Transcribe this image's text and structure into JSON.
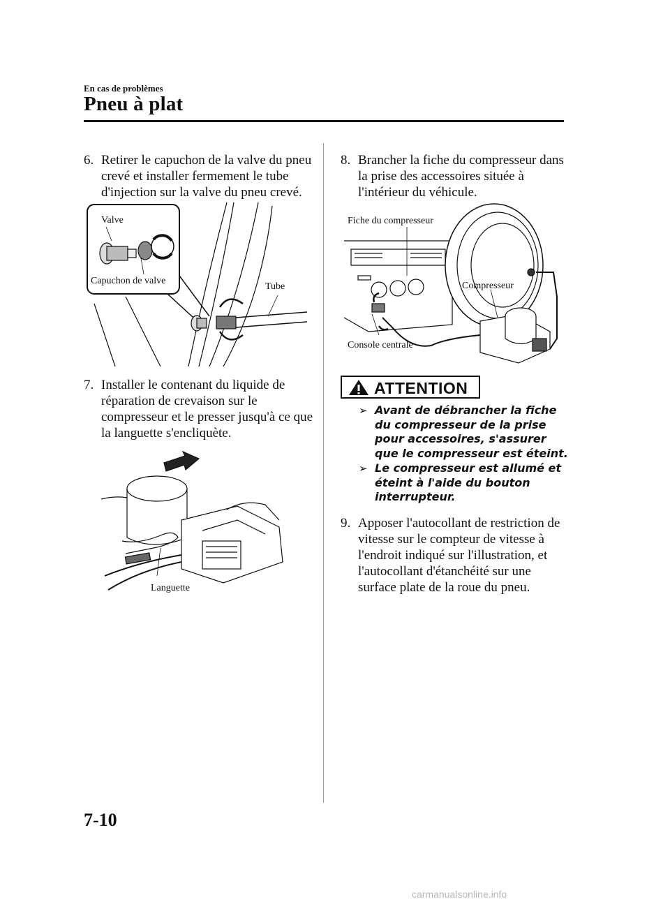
{
  "header": {
    "section": "En cas de problèmes",
    "title": "Pneu à plat"
  },
  "steps": [
    {
      "number": "6.",
      "text": "Retirer le capuchon de la valve du pneu crevé et installer fermement le tube d'injection sur la valve du pneu crevé."
    },
    {
      "number": "7.",
      "text": "Installer le contenant du liquide de réparation de crevaison sur le compresseur et le presser jusqu'à ce que la languette s'encliquète."
    },
    {
      "number": "8.",
      "text": "Brancher la fiche du compresseur dans la prise des accessoires située à l'intérieur du véhicule."
    },
    {
      "number": "9.",
      "text": "Apposer l'autocollant de restriction de vitesse sur le compteur de vitesse à l'endroit indiqué sur l'illustration, et l'autocollant d'étanchéité sur une surface plate de la roue du pneu."
    }
  ],
  "figure_valve": {
    "valve": "Valve",
    "cap": "Capuchon de valve",
    "tube": "Tube"
  },
  "figure_tab": {
    "tab": "Languette"
  },
  "figure_compressor": {
    "plug": "Fiche du compresseur",
    "compressor": "Compresseur",
    "console": "Console centrale"
  },
  "attention": {
    "heading": "ATTENTION",
    "items": [
      "Avant de débrancher la fiche du compresseur de la prise pour accessoires, s'assurer que le compresseur est éteint.",
      "Le compresseur est allumé et éteint à l'aide du bouton interrupteur."
    ]
  },
  "footer": {
    "page": "7-10",
    "watermark": "carmanualsonline.info"
  }
}
